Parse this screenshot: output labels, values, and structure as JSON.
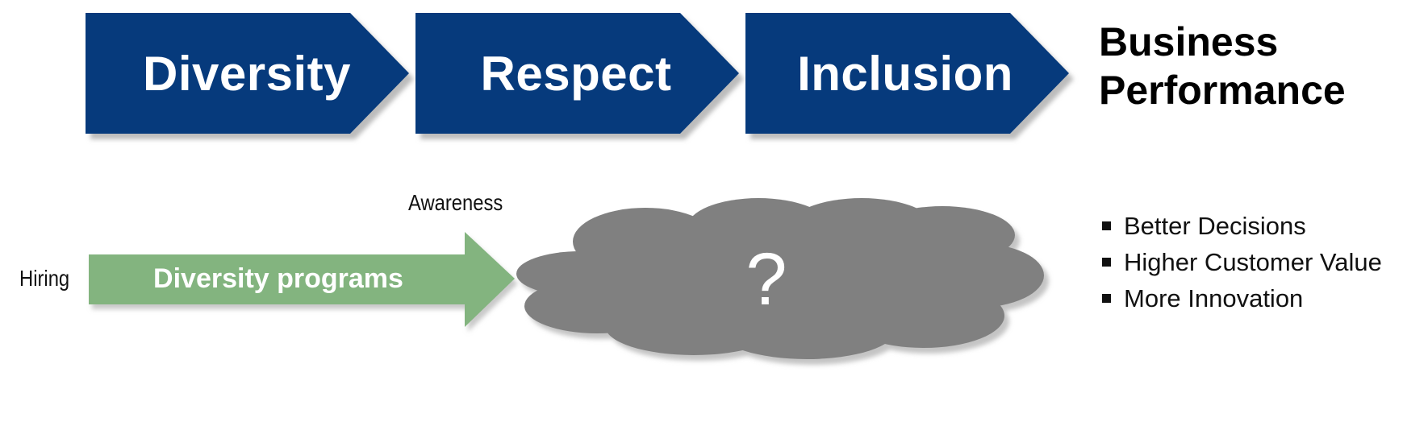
{
  "stages": [
    {
      "label": "Diversity"
    },
    {
      "label": "Respect"
    },
    {
      "label": "Inclusion"
    }
  ],
  "outcome": {
    "title_line1": "Business",
    "title_line2": "Performance",
    "benefits": [
      "Better Decisions",
      "Higher Customer Value",
      "More Innovation"
    ]
  },
  "programs": {
    "label": "Diversity programs",
    "start_label": "Hiring",
    "end_label": "Awareness"
  },
  "unknown": {
    "symbol": "?"
  },
  "colors": {
    "stage_arrow": "#063a7c",
    "program_arrow": "#83b47f",
    "cloud": "#808080",
    "shadow": "#bcbcbc"
  }
}
